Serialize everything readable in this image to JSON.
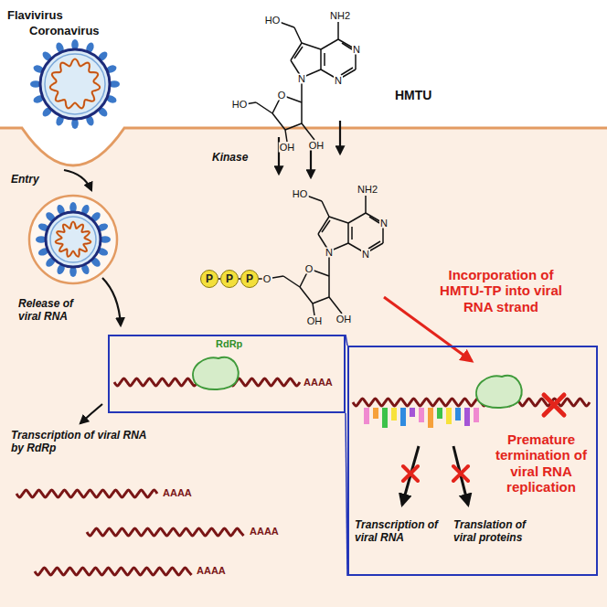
{
  "diagram": {
    "nodes": [
      {
        "text": [
          "P"
        ]
      },
      {
        "text": [
          "P"
        ]
      },
      {
        "text": [
          "P"
        ]
      },
      {
        "text": [
          "RdRp",
          "AAAA"
        ]
      },
      {
        "text": [
          "Premature termination of viral RNA replication",
          "Transcription of viral RNA",
          "Translation of viral proteins"
        ]
      }
    ],
    "edges": [
      {
        "from": 0,
        "to": 1,
        "arrow": "none"
      },
      {
        "from": 1,
        "to": 2,
        "arrow": "none"
      },
      {
        "from": 3,
        "to": 4,
        "arrow": "none"
      },
      {
        "from": 3,
        "to": 4,
        "arrow": "none"
      }
    ],
    "labels": [
      "Flavivirus",
      "Coronavirus",
      "HO",
      "NH2",
      "N",
      "N",
      "N",
      "HO",
      "O",
      "OH",
      "OH",
      "HMTU",
      "Entry",
      "Kinase",
      "HO",
      "NH2",
      "N",
      "N",
      "N",
      "O",
      "O",
      "OH",
      "OH",
      "Incorporation of HMTU-TP into viral RNA strand",
      "Release of viral RNA",
      "Transcription of viral RNA by RdRp",
      "AAAA",
      "AAAA",
      "AAAA"
    ]
  }
}
